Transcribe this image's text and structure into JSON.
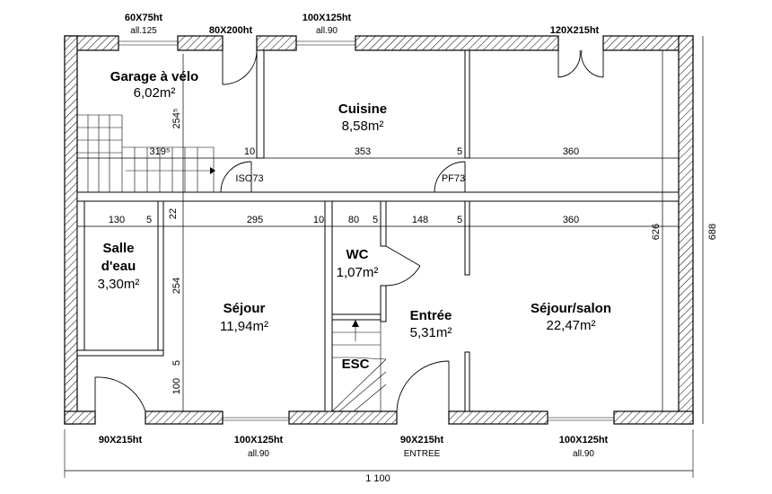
{
  "rooms": {
    "garage": {
      "name": "Garage à vélo",
      "area": "6,02m²"
    },
    "cuisine": {
      "name": "Cuisine",
      "area": "8,58m²"
    },
    "salle_eau": {
      "name_1": "Salle",
      "name_2": "d'eau",
      "area": "3,30m²"
    },
    "wc": {
      "name": "WC",
      "area": "1,07m²"
    },
    "sejour": {
      "name": "Séjour",
      "area": "11,94m²"
    },
    "entree": {
      "name": "Entrée",
      "area": "5,31m²"
    },
    "sejour_salon": {
      "name": "Séjour/salon",
      "area": "22,47m²"
    },
    "esc": {
      "name": "ESC"
    }
  },
  "openings": {
    "top_1": {
      "label": "60X75ht",
      "sub": "all.125"
    },
    "top_2": {
      "label": "80X200ht"
    },
    "top_3": {
      "label": "100X125ht",
      "sub": "all.90"
    },
    "top_4": {
      "label": "120X215ht"
    },
    "bottom_1": {
      "label": "90X215ht"
    },
    "bottom_2": {
      "label": "100X125ht",
      "sub": "all.90"
    },
    "bottom_3": {
      "label": "90X215ht",
      "sub": "ENTREE"
    },
    "bottom_4": {
      "label": "100X125ht",
      "sub": "all.90"
    },
    "iso": "ISO73",
    "pf": "PF73"
  },
  "dimensions": {
    "upper_row": [
      "10",
      "353",
      "5",
      "360"
    ],
    "lower_row": [
      "130",
      "5",
      "22",
      "295",
      "10",
      "80",
      "5",
      "148",
      "5",
      "360"
    ],
    "garage_height": "254⁵",
    "stair_width": "319⁵",
    "sejour_height": "254",
    "small_5": "5",
    "small_100": "100",
    "inner_height": "626",
    "total_height": "688",
    "total_width": "1 100"
  }
}
